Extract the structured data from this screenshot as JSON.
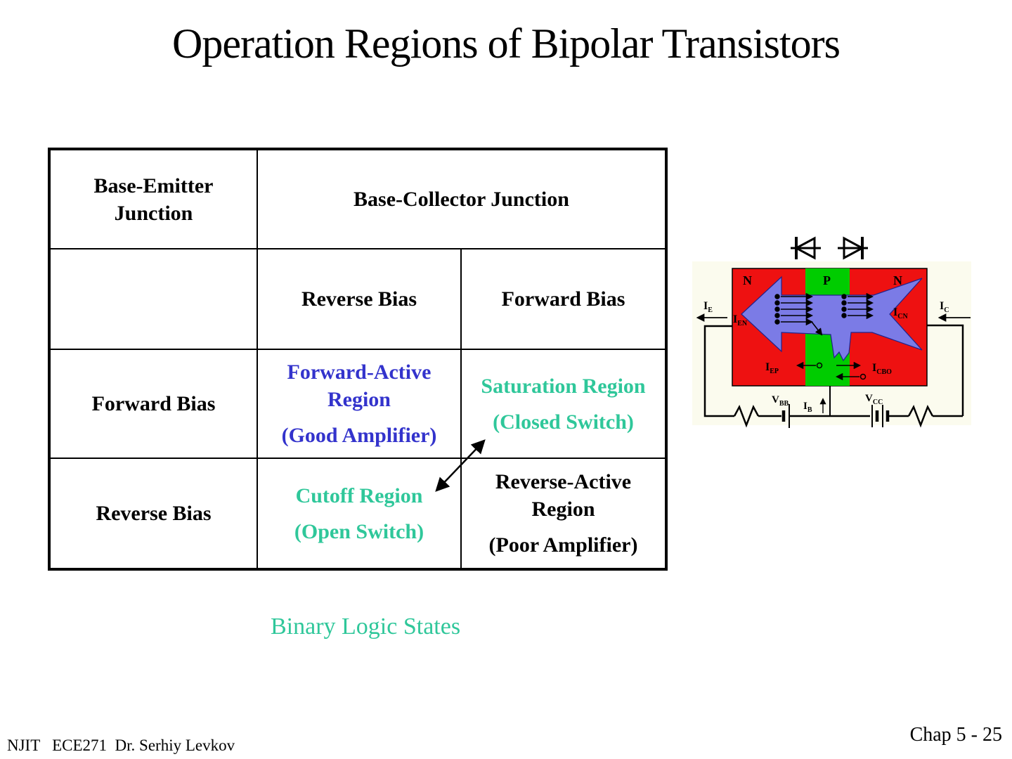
{
  "title": "Operation Regions of Bipolar Transistors",
  "table": {
    "header": {
      "base_emitter": "Base-Emitter\nJunction",
      "base_collector": "Base-Collector Junction"
    },
    "bias_row": {
      "reverse": "Reverse Bias",
      "forward": "Forward Bias"
    },
    "forward_row": {
      "label": "Forward Bias",
      "reverse_cell": {
        "title": "Forward-Active\nRegion",
        "subtitle": "(Good Amplifier)"
      },
      "forward_cell": {
        "title": "Saturation Region",
        "subtitle": "(Closed Switch)"
      }
    },
    "reverse_row": {
      "label": "Reverse Bias",
      "reverse_cell": {
        "title": "Cutoff Region",
        "subtitle": "(Open Switch)"
      },
      "forward_cell": {
        "title": "Reverse-Active\nRegion",
        "subtitle": "(Poor Amplifier)"
      }
    },
    "colors": {
      "forward_active_text": "#3333CC",
      "switch_region_text": "#2FC79A",
      "default_text": "#000000"
    }
  },
  "figure": {
    "region_labels": {
      "emitter_n": "N",
      "base_p": "P",
      "collector_n": "N"
    },
    "currents": {
      "ie": {
        "base": "I",
        "sub": "E"
      },
      "ien": {
        "base": "I",
        "sub": "EN"
      },
      "icn": {
        "base": "I",
        "sub": "CN"
      },
      "ic": {
        "base": "I",
        "sub": "C"
      },
      "iep": {
        "base": "I",
        "sub": "EP"
      },
      "icbo": {
        "base": "I",
        "sub": "CBO"
      },
      "ib": {
        "base": "I",
        "sub": "B"
      }
    },
    "voltages": {
      "vbb": {
        "base": "V",
        "sub": "BB"
      },
      "vcc": {
        "base": "V",
        "sub": "CC"
      }
    },
    "colors": {
      "n_region": "#EE1111",
      "p_region": "#00CC00",
      "electron_flow_arrow": "#7B7BE6",
      "background": "#FBFBEE"
    }
  },
  "caption": "Binary Logic States",
  "footer": {
    "left": "NJIT   ECE271  Dr. Serhiy Levkov",
    "right": "Chap 5 - 25"
  }
}
